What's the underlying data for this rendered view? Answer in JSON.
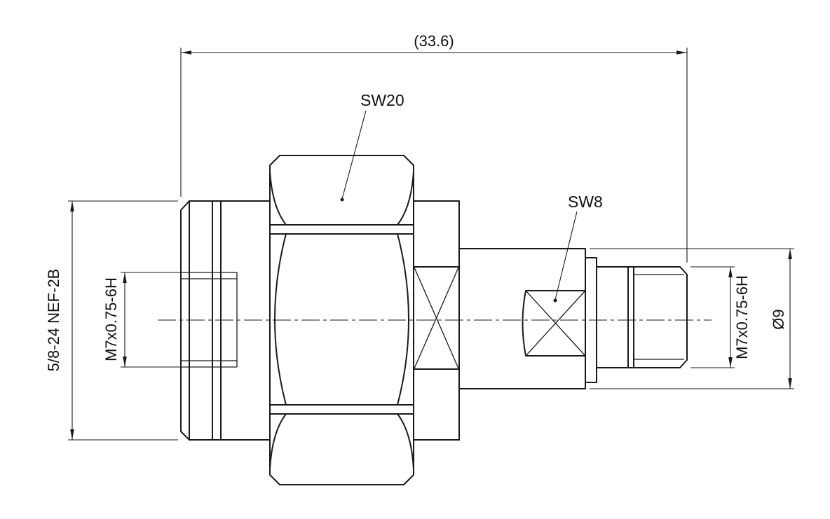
{
  "drawing": {
    "background": "#ffffff",
    "line_color": "#1a1a1a",
    "dimensions": {
      "overall_length": "(33.6)",
      "left_thread": "5/8-24 NEF-2B",
      "left_inner_thread": "M7x0.75-6H",
      "right_inner_thread": "M7x0.75-6H",
      "right_diameter": "Ø9"
    },
    "labels": {
      "wrench_large": "SW20",
      "wrench_small": "SW8"
    }
  }
}
